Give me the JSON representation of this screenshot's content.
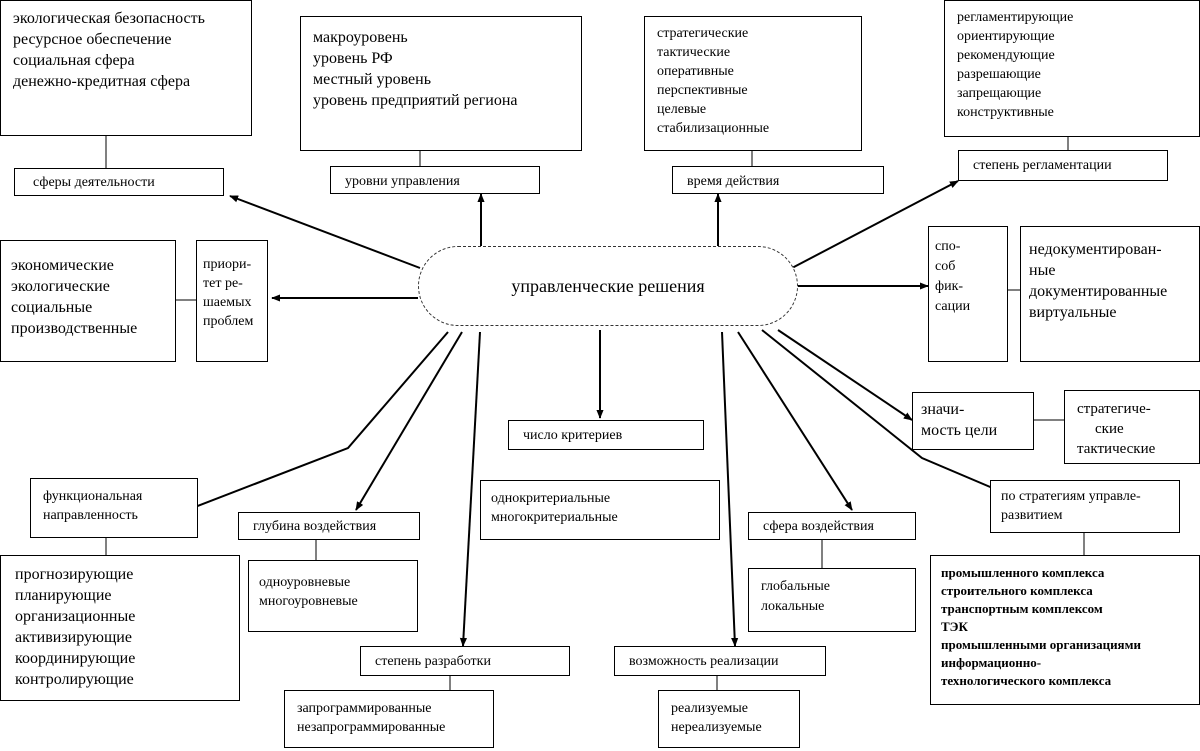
{
  "center": "управленческие решения",
  "criteria": {
    "spheres": "сферы деятельности",
    "levels": "уровни управления",
    "time": "время действия",
    "regulation": "степень регламентации",
    "priority": [
      "приори-",
      "тет ре-",
      "шаемых",
      "проблем"
    ],
    "fixation": [
      "спо-",
      "соб",
      "фик-",
      "сации"
    ],
    "significance": [
      "значи-",
      "мость цели"
    ],
    "criteria_count": "число критериев",
    "functional": [
      "функциональная",
      "направленность"
    ],
    "depth": "глубина воздействия",
    "development": "степень разработки",
    "realization": "возможность реализации",
    "impact_sphere": "сфера воздействия",
    "strategies": [
      "по стратегиям управле-",
      " развитием"
    ]
  },
  "values": {
    "spheres": [
      "экологическая безопасность",
      "ресурсное обеспечение",
      "социальная сфера",
      "денежно-кредитная сфера"
    ],
    "levels": [
      "макроуровень",
      " уровень РФ",
      " местный уровень",
      "уровень предприятий региона"
    ],
    "time": [
      "стратегические",
      "тактические",
      "оперативные",
      "перспективные",
      " целевые",
      "стабилизационные"
    ],
    "regulation": [
      "регламентирующие",
      "ориентирующие",
      " рекомендующие",
      " разрешающие",
      "запрещающие",
      "конструктивные"
    ],
    "priority": [
      "экономические",
      "экологические",
      "социальные",
      "производственные"
    ],
    "fixation": [
      "недокументирован-",
      "ные",
      "документированные",
      "виртуальные"
    ],
    "significance": [
      "стратегиче-",
      "ские",
      "тактические"
    ],
    "criteria_count": [
      "однокритериальные",
      " многокритериальные"
    ],
    "functional": [
      "прогнозирующие",
      "планирующие",
      "организационные",
      "активизирующие",
      "координирующие",
      "контролирующие"
    ],
    "depth": [
      "одноуровневые",
      "многоуровневые"
    ],
    "impact_sphere": [
      "глобальные",
      "локальные"
    ],
    "strategies": [
      "промышленного комплекса",
      "строительного комплекса",
      "транспортным комплексом",
      "ТЭК",
      "промышленными организациями",
      "информационно-",
      "технологического комплекса"
    ],
    "development": [
      "запрограммированные",
      "незапрограммированные"
    ],
    "realization": [
      "реализуемые",
      "нереализуемые"
    ]
  }
}
